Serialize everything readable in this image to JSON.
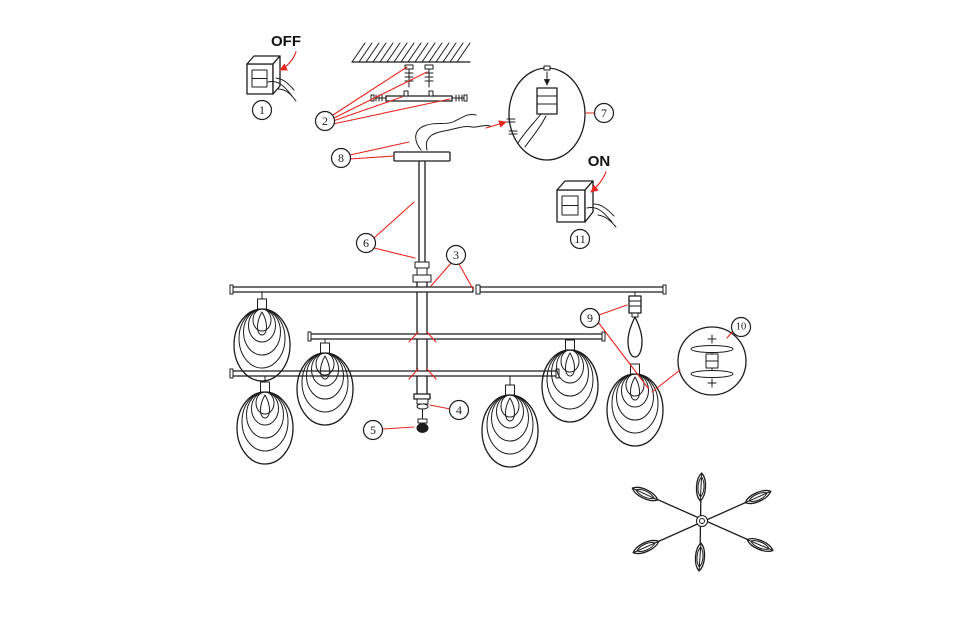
{
  "page": {
    "background": "#ffffff"
  },
  "palette": {
    "ink": "#1c1c1c",
    "annotation_red": "#e8251e"
  },
  "switches": {
    "off": {
      "label": "OFF"
    },
    "on": {
      "label": "ON"
    }
  },
  "callouts": {
    "c1": "1",
    "c2": "2",
    "c3": "3",
    "c4": "4",
    "c5": "5",
    "c6": "6",
    "c7": "7",
    "c8": "8",
    "c9": "9",
    "c10": "10",
    "c11": "11"
  }
}
